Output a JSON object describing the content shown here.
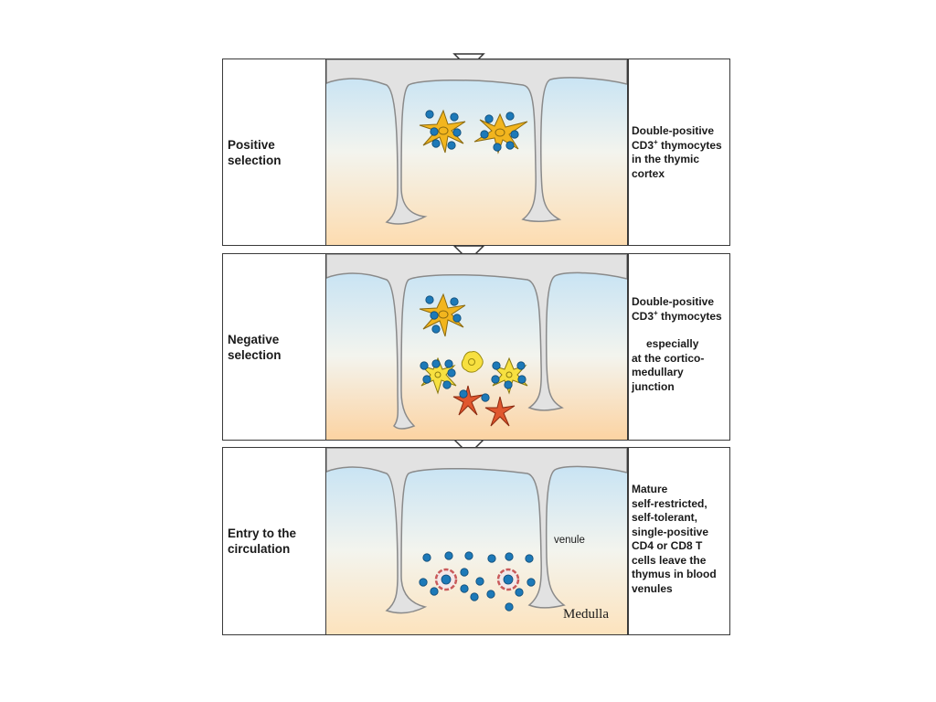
{
  "panels": [
    {
      "title": "Positive\nselection",
      "description": {
        "line1": "Double-positive",
        "line2_prefix": "CD3",
        "line2_sup": "+",
        "line2_suffix": " thymocytes",
        "line3": "in the thymic",
        "line4": "cortex"
      }
    },
    {
      "title": "Negative\nselection",
      "description": {
        "line1": "Double-positive",
        "line2_prefix": "CD3",
        "line2_sup": "+",
        "line2_suffix": " thymocytes",
        "line3": "especially",
        "line4": "at the cortico-",
        "line5": "medullary",
        "line6": "junction"
      }
    },
    {
      "title": "Entry to the\ncirculation",
      "description": {
        "line1": "Mature",
        "line2": "self-restricted,",
        "line3": "self-tolerant,",
        "line4": "single-positive",
        "line5": "CD4 or CD8 T",
        "line6": "cells leave the",
        "line7": "thymus in blood",
        "line8": "venules"
      },
      "venule_label": "venule"
    }
  ],
  "medulla_label": "Medulla",
  "colors": {
    "cortex_blue": "#cfe8f7",
    "medulla_peach": "#fde3bd",
    "septum_gray": "#e3e3e3",
    "thymocyte_blue": "#1d79b8",
    "epithelial_yellow": "#f2b51e",
    "macrophage_yellow": "#f7e040",
    "dendritic_red": "#e0572e",
    "venule_red": "#c95a5a"
  }
}
